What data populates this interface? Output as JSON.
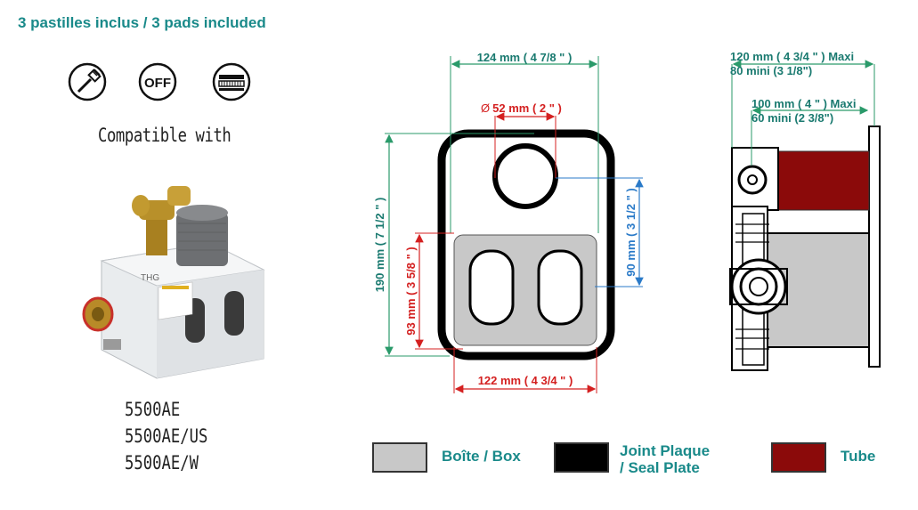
{
  "header": {
    "title": "3 pastilles inclus / 3 pads included"
  },
  "icons": [
    {
      "name": "no-brush-icon",
      "glyph": "brush"
    },
    {
      "name": "off-icon",
      "text": "OFF"
    },
    {
      "name": "grille-icon",
      "glyph": "grille"
    }
  ],
  "compatible": {
    "label": "Compatible with"
  },
  "product": {
    "brand": "THG",
    "models": [
      "5500AE",
      "5500AE/US",
      "5500AE/W"
    ]
  },
  "front_view": {
    "width_top": "124 mm ( 4 7/8 \" )",
    "diameter": "52 mm ( 2 \" )",
    "diameter_symbol": "Ø",
    "height_total": "190 mm ( 7 1/2 \" )",
    "height_box": "93 mm ( 3 5/8 \" )",
    "height_right": "90 mm ( 3 1/2 \" )",
    "width_bottom": "122 mm ( 4 3/4 \" )"
  },
  "side_view": {
    "dim1_max": "120 mm ( 4 3/4 \" )  Maxi",
    "dim1_min": "80 mini  (3 1/8\")",
    "dim2_max": "100 mm ( 4 \" )  Maxi",
    "dim2_min": "60 mini   (2 3/8\")"
  },
  "legend": [
    {
      "label": "Boîte / Box",
      "color": "#c8c8c8"
    },
    {
      "label_line1": "Joint Plaque",
      "label_line2": "/ Seal Plate",
      "color": "#000000"
    },
    {
      "label": "Tube",
      "color": "#8b0a0a"
    }
  ],
  "colors": {
    "accent_teal": "#1a8a8a",
    "dim_green": "#2a9a6a",
    "dim_red": "#d42020",
    "dim_blue": "#2a7ac8",
    "box_gray": "#c8c8c8",
    "tube_red": "#8b0a0a"
  }
}
